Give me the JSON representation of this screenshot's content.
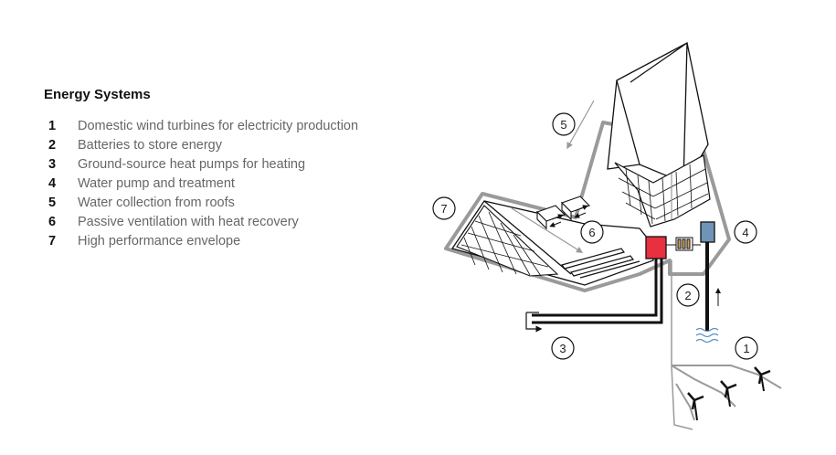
{
  "legend": {
    "title": "Energy Systems",
    "items": [
      {
        "number": "1",
        "label": "Domestic wind turbines for electricity production"
      },
      {
        "number": "2",
        "label": "Batteries to store energy"
      },
      {
        "number": "3",
        "label": "Ground-source heat pumps for heating"
      },
      {
        "number": "4",
        "label": "Water pump and treatment"
      },
      {
        "number": "5",
        "label": "Water collection from roofs"
      },
      {
        "number": "6",
        "label": "Passive ventilation with heat recovery"
      },
      {
        "number": "7",
        "label": "High performance envelope"
      }
    ]
  },
  "callouts": [
    "1",
    "2",
    "3",
    "4",
    "5",
    "6",
    "7"
  ],
  "colors": {
    "heat_pump": "#e8303e",
    "water_pump": "#6f94b8",
    "battery": "#c9a35a",
    "water_waves": "#5a8fc2",
    "envelope_outline": "#9a9a9a",
    "line": "#111111"
  }
}
